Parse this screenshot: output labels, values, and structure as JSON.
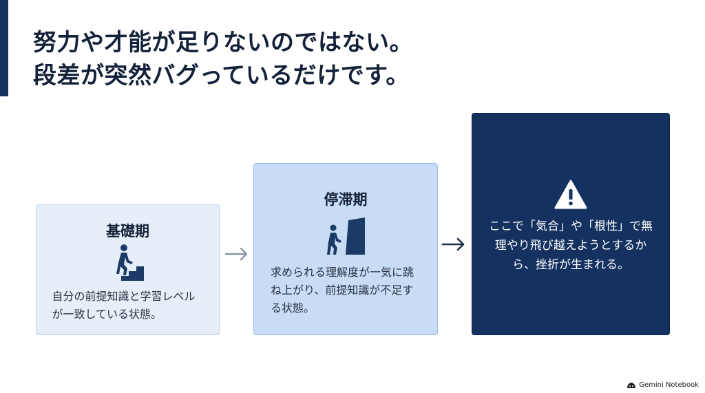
{
  "title": {
    "line1": "努力や才能が足りないのではない。",
    "line2": "段差が突然バグっているだけです。"
  },
  "steps": [
    {
      "heading": "基礎期",
      "icon": "person-climbing-stairs-icon",
      "text": "自分の前提知識と学習レベルが一致している状態。"
    },
    {
      "heading": "停滞期",
      "icon": "person-facing-wall-icon",
      "text": "求められる理解度が一気に跳ね上がり、前提知識が不足する状態。"
    },
    {
      "icon": "warning-icon",
      "text": "ここで「気合」や「根性」で無理やり飛び越えようとするから、挫折が生まれる。"
    }
  ],
  "arrows": [
    "arrow-right-icon",
    "arrow-right-icon"
  ],
  "brand": {
    "label": "Gemini Notebook",
    "icon": "notebook-logo-icon"
  },
  "colors": {
    "accent": "#13305e",
    "card1_bg": "#e6eef9",
    "card2_bg": "#c8dcf5",
    "card3_bg": "#14315f",
    "icon": "#1b3a66",
    "arrow": "#8a94a3",
    "arrow_strong": "#1c2d4a"
  }
}
